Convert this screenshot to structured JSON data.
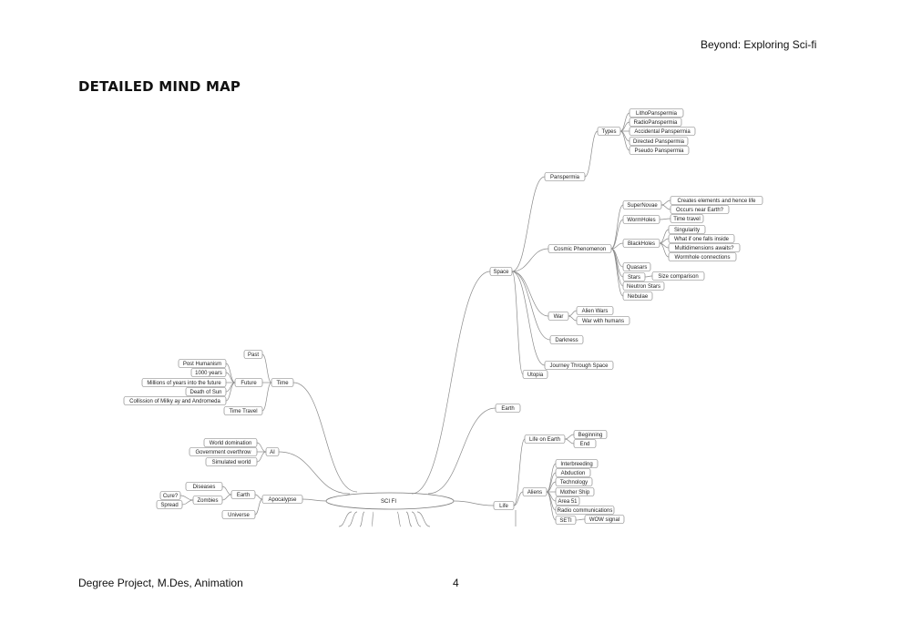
{
  "header": {
    "title": "Beyond: Exploring Sci-fi"
  },
  "page_title": "DETAILED MIND MAP",
  "footer": {
    "left": "Degree Project, M.Des, Animation",
    "page_number": "4"
  },
  "mindmap": {
    "root": "SCI FI",
    "space": {
      "label": "Space",
      "panspermia": "Panspermia",
      "types": "Types",
      "types_items": [
        "LithoPanspermia",
        "RadioPanspermia",
        "Accidental Panspermia",
        "Directed Panspermia",
        "Pseudo Panspermia"
      ],
      "cosmic": "Cosmic Phenomenon",
      "supernovae": "SuperNovae",
      "supernovae_items": [
        "Creates elements and hence life",
        "Occurs near Earth?"
      ],
      "wormholes": "WormHoles",
      "time_travel": "Time travel",
      "blackholes": "BlackHoles",
      "blackholes_items": [
        "Singularity",
        "What if one falls inside",
        "Multidimensions awaits?",
        "Wormhole connections"
      ],
      "quasars": "Quasars",
      "stars": "Stars",
      "size_comparison": "Size comparison",
      "neutron_stars": "Neutron Stars",
      "nebulae": "Nebulae",
      "war": "War",
      "war_items": [
        "Alien Wars",
        "War with humans"
      ],
      "darkness": "Darkness",
      "journey": "Journey Through Space",
      "utopia": "Utopia"
    },
    "earth": "Earth",
    "life": {
      "label": "Life",
      "life_on_earth": "Life on Earth",
      "life_on_earth_items": [
        "Beginning",
        "End"
      ],
      "aliens": "Aliens",
      "aliens_items": [
        "Interbreeding",
        "Abduction",
        "Technology",
        "Mother Ship",
        "Area 51",
        "Radio communications",
        "SETI"
      ],
      "wow_signal": "WOW signal"
    },
    "time": {
      "label": "Time",
      "past": "Past",
      "future": "Future",
      "future_items": [
        "Post Humanism",
        "1000 years",
        "Millions of years into the future",
        "Death of Sun",
        "Collission of Milky ay and Andromeda"
      ],
      "time_travel": "Time Travel"
    },
    "ai": {
      "label": "AI",
      "items": [
        "World domination",
        "Government overthrow",
        "Simulated world"
      ]
    },
    "apocalypse": {
      "label": "Apocalypse",
      "earth": "Earth",
      "diseases": "Diseases",
      "zombies": "Zombies",
      "cure": "Cure?",
      "spread": "Spread",
      "universe": "Universe"
    }
  }
}
